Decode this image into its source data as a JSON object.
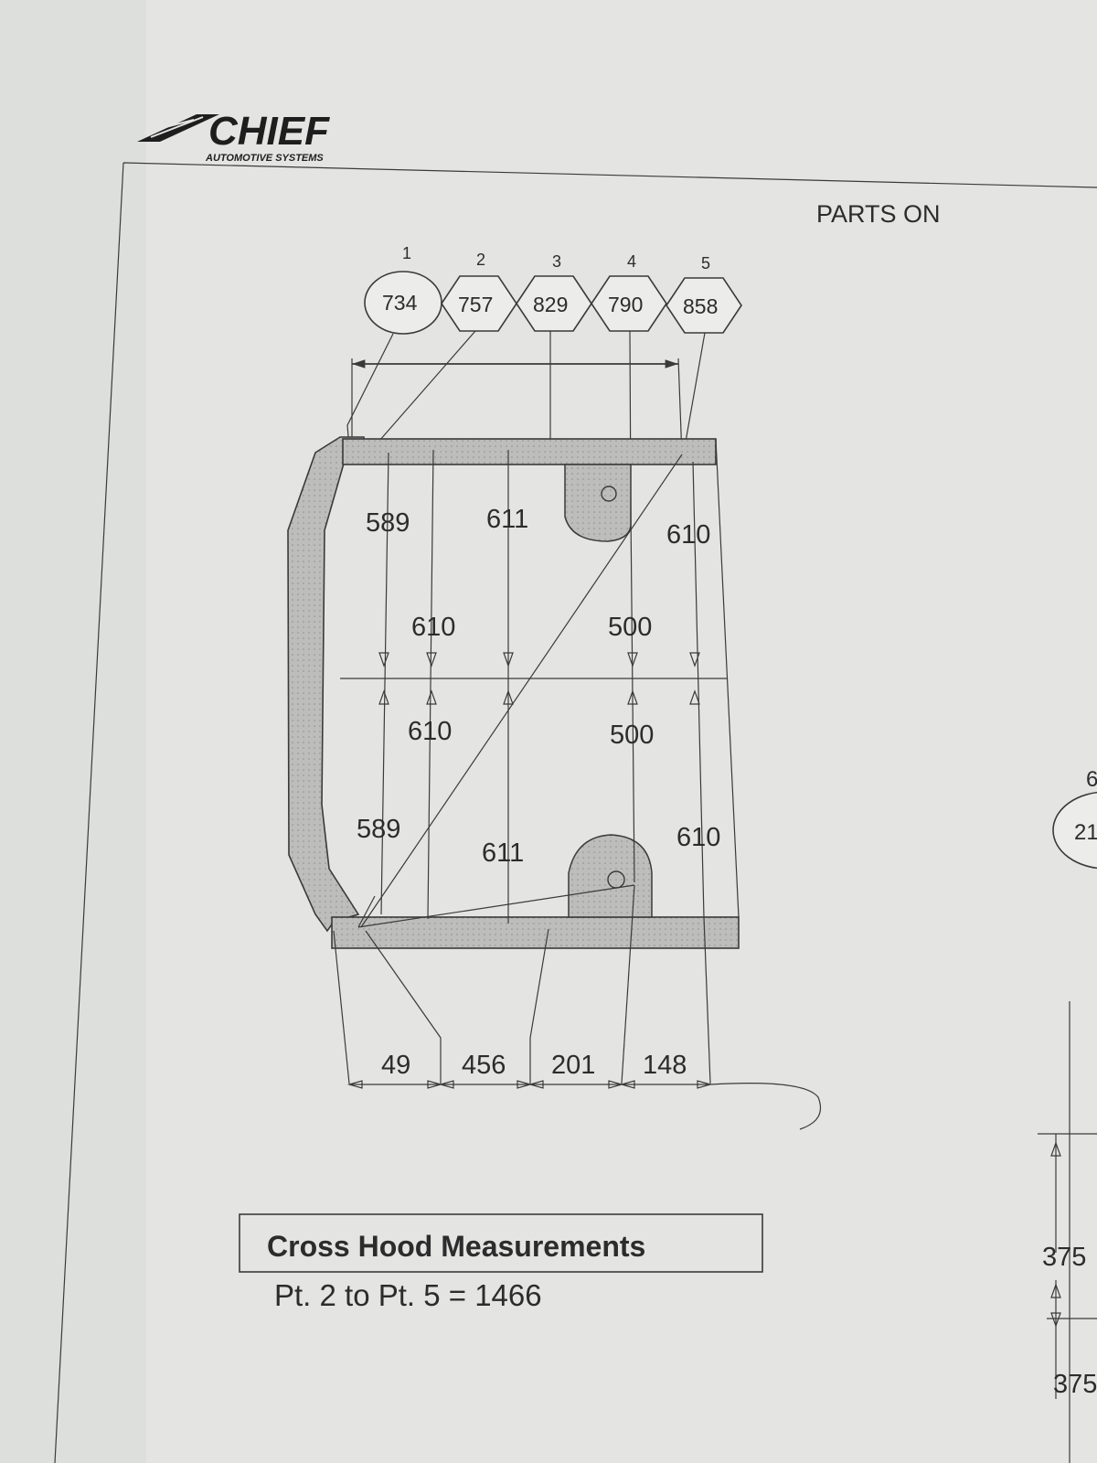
{
  "header": {
    "logo_text": "CHIEF",
    "logo_subtitle": "AUTOMOTIVE SYSTEMS",
    "section_title": "PARTS ON"
  },
  "points": [
    {
      "index": "1",
      "value": "734",
      "shape": "circle"
    },
    {
      "index": "2",
      "value": "757",
      "shape": "hexagon"
    },
    {
      "index": "3",
      "value": "829",
      "shape": "hexagon"
    },
    {
      "index": "4",
      "value": "790",
      "shape": "hexagon"
    },
    {
      "index": "5",
      "value": "858",
      "shape": "hexagon"
    }
  ],
  "vertical_measurements": {
    "upper": [
      "589",
      "611",
      "610"
    ],
    "middle_upper": [
      "610",
      "500"
    ],
    "middle_lower": [
      "610",
      "500"
    ],
    "lower": [
      "589",
      "611",
      "610"
    ]
  },
  "horizontal_measurements": [
    "49",
    "456",
    "201",
    "148"
  ],
  "cross_hood": {
    "title": "Cross Hood Measurements",
    "line": "Pt. 2 to Pt. 5 = 1466"
  },
  "right_edge": {
    "partial_label_top": "6",
    "partial_circle_value": "21",
    "measure_a": "375",
    "measure_b": "375"
  },
  "colors": {
    "paper": "#e2e3e1",
    "ink": "#2c2c2c",
    "rail_fill": "#b9b9b7"
  }
}
